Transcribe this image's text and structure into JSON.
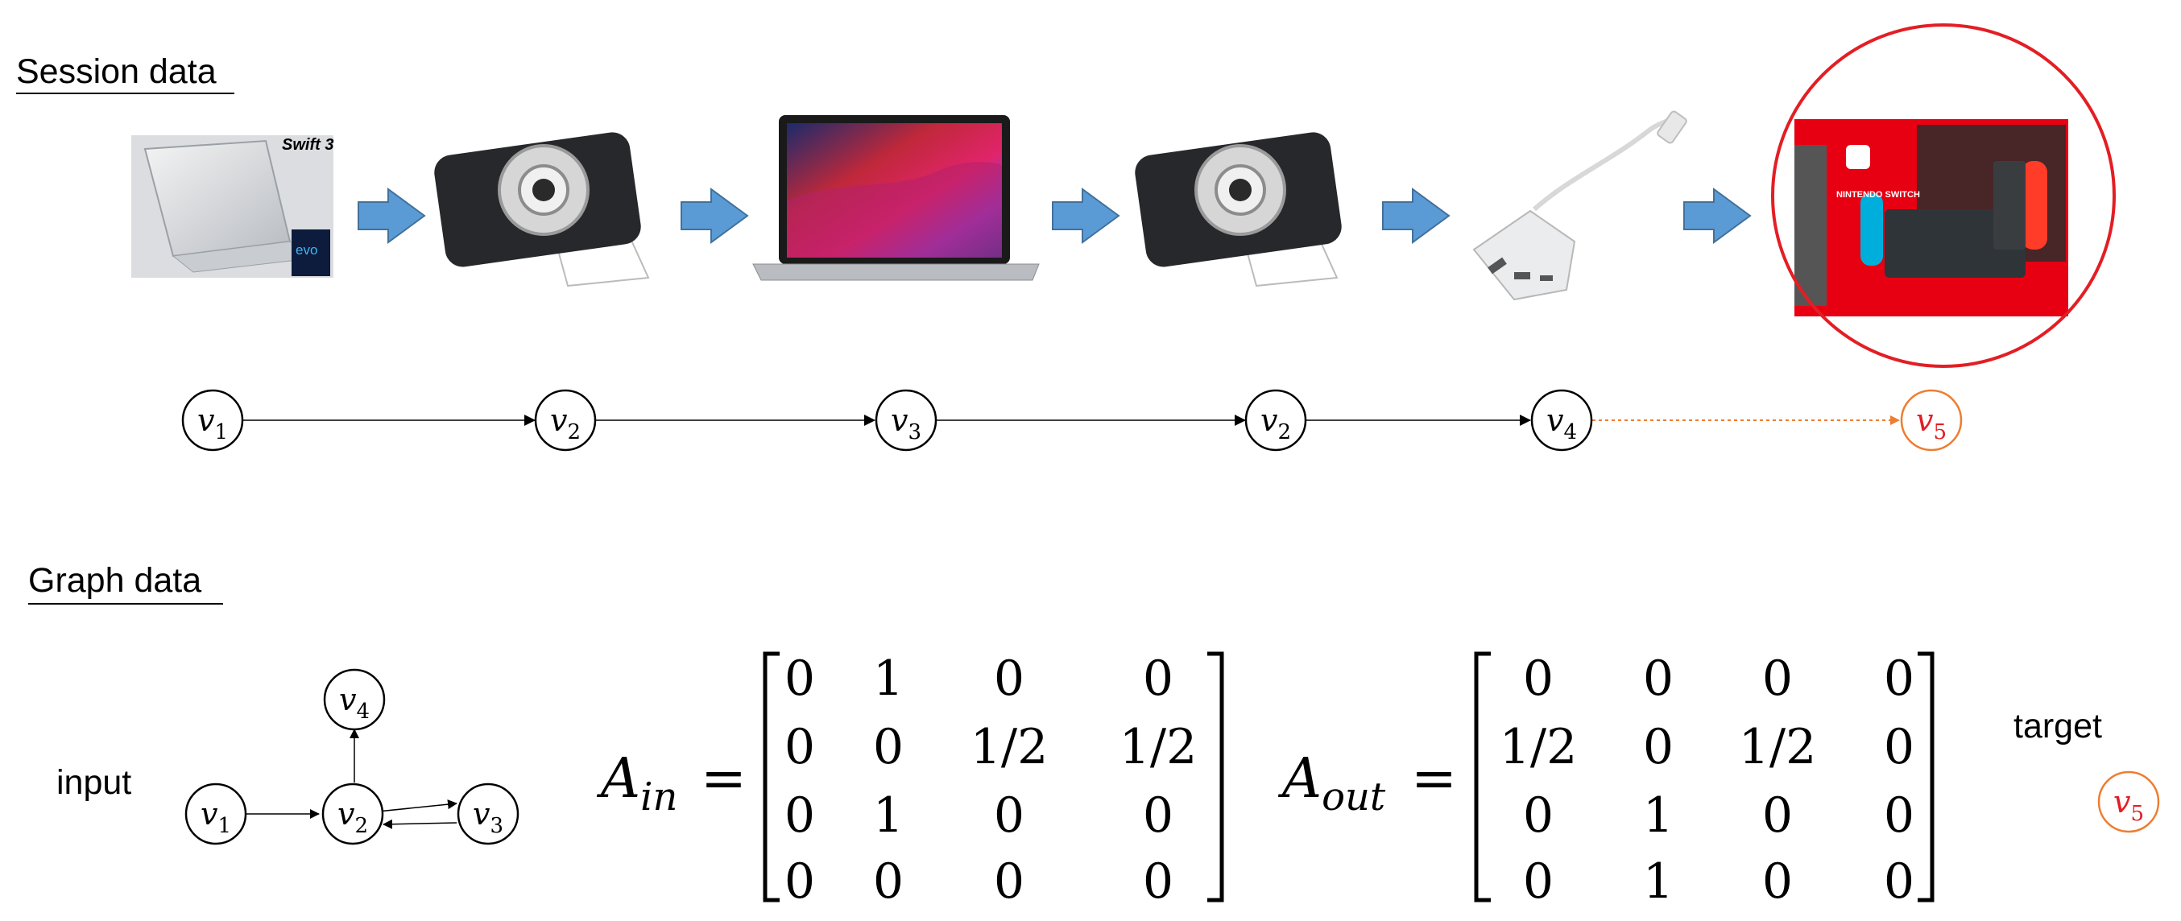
{
  "sections": {
    "session_title": "Session data",
    "graph_title": "Graph data"
  },
  "session": {
    "products": [
      {
        "icon": "laptop-acer-swift-icon",
        "badge_text": "Swift 3",
        "chip_text": "evo"
      },
      {
        "icon": "instant-camera-printer-icon"
      },
      {
        "icon": "macbook-laptop-icon"
      },
      {
        "icon": "instant-camera-printer-icon"
      },
      {
        "icon": "usb-c-adapter-icon"
      },
      {
        "icon": "nintendo-switch-box-icon",
        "box_text": "NINTENDO SWITCH"
      }
    ],
    "sequence": [
      {
        "base": "v",
        "sub": "1"
      },
      {
        "base": "v",
        "sub": "2"
      },
      {
        "base": "v",
        "sub": "3"
      },
      {
        "base": "v",
        "sub": "2"
      },
      {
        "base": "v",
        "sub": "4"
      },
      {
        "base": "v",
        "sub": "5"
      }
    ]
  },
  "graph": {
    "input_label": "input",
    "nodes": [
      {
        "base": "v",
        "sub": "1"
      },
      {
        "base": "v",
        "sub": "2"
      },
      {
        "base": "v",
        "sub": "3"
      },
      {
        "base": "v",
        "sub": "4"
      }
    ],
    "a_in": {
      "base": "A",
      "sub": "in",
      "rows": [
        [
          "0",
          "1",
          "0",
          "0"
        ],
        [
          "0",
          "0",
          "1/2",
          "1/2"
        ],
        [
          "0",
          "1",
          "0",
          "0"
        ],
        [
          "0",
          "0",
          "0",
          "0"
        ]
      ]
    },
    "a_out": {
      "base": "A",
      "sub": "out",
      "rows": [
        [
          "0",
          "0",
          "0",
          "0"
        ],
        [
          "1/2",
          "0",
          "1/2",
          "0"
        ],
        [
          "0",
          "1",
          "0",
          "0"
        ],
        [
          "0",
          "1",
          "0",
          "0"
        ]
      ]
    },
    "equals": "=",
    "target_label": "target",
    "target": {
      "base": "v",
      "sub": "5"
    }
  },
  "colors": {
    "arrow_blue": "#5B9BD5",
    "target_orange": "#ED7D31",
    "highlight_red": "#E31E24",
    "ink": "#000000"
  }
}
